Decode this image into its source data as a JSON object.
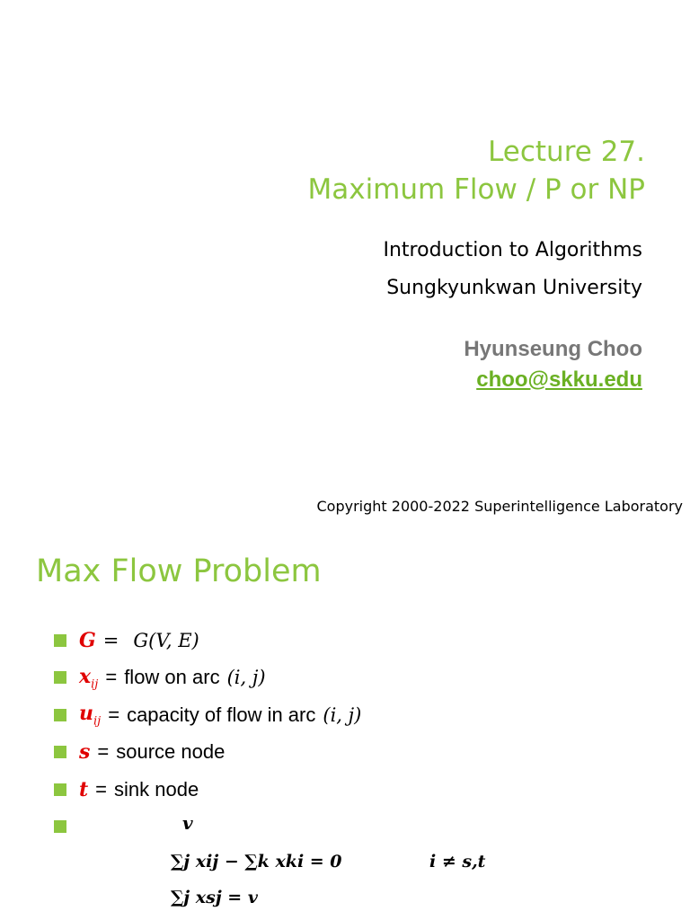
{
  "lecture": {
    "title_line1": "Lecture 27.",
    "title_line2": "Maximum Flow / P or NP",
    "course": "Introduction to Algorithms",
    "university": "Sungkyunkwan University",
    "author": "Hyunseung Choo",
    "email": "choo@skku.edu",
    "copyright": "Copyright 2000-2022 Superintelligence Laboratory"
  },
  "max_flow": {
    "title": "Max Flow Problem",
    "bullets": [
      {
        "var": "G",
        "sub": "",
        "eq": "=",
        "desc": "G(V, E)"
      },
      {
        "var": "x",
        "sub": "ij",
        "eq": "=",
        "desc_text": "flow on arc",
        "desc_math": "(i, j)"
      },
      {
        "var": "u",
        "sub": "ij",
        "eq": "=",
        "desc_text": "capacity of flow in arc",
        "desc_math": "(i, j)"
      },
      {
        "var": "s",
        "sub": "",
        "eq": "=",
        "desc_text": "source node"
      },
      {
        "var": "t",
        "sub": "",
        "eq": "=",
        "desc_text": "sink node"
      }
    ],
    "last_bullet_var": "v",
    "equation1_left": "∑j xij − ∑k xki = 0",
    "equation1_right": "i ≠ s,t",
    "equation2": "∑j xsj = v"
  }
}
